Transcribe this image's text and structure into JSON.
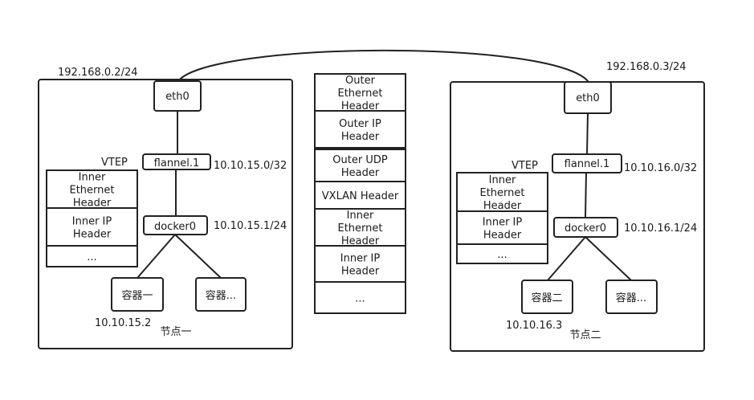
{
  "link_top": "",
  "node1": {
    "ip": "192.168.0.2/24",
    "eth": "eth0",
    "flannel": "flannel.1",
    "flannel_ip": "10.10.15.0/32",
    "vtep": "VTEP",
    "docker": "docker0",
    "docker_ip": "10.10.15.1/24",
    "container1": "容器一",
    "container2": "容器...",
    "container1_ip": "10.10.15.2",
    "label": "节点一",
    "stack": [
      [
        "Inner",
        "Ethernet",
        "Header"
      ],
      [
        "Inner IP",
        "Header"
      ],
      [
        "..."
      ]
    ]
  },
  "node2": {
    "ip": "192.168.0.3/24",
    "eth": "eth0",
    "flannel": "flannel.1",
    "flannel_ip": "10.10.16.0/32",
    "vtep": "VTEP",
    "docker": "docker0",
    "docker_ip": "10.10.16.1/24",
    "container1": "容器二",
    "container2": "容器...",
    "container1_ip": "10.10.16.3",
    "label": "节点二",
    "stack": [
      [
        "Inner",
        "Ethernet",
        "Header"
      ],
      [
        "Inner IP",
        "Header"
      ],
      [
        "..."
      ]
    ]
  },
  "packet": [
    [
      "Outer",
      "Ethernet",
      "Header"
    ],
    [
      "Outer IP",
      "Header"
    ],
    [
      "Outer UDP",
      "Header"
    ],
    [
      "VXLAN Header"
    ],
    [
      "Inner",
      "Ethernet",
      "Header"
    ],
    [
      "Inner IP",
      "Header"
    ],
    [
      "..."
    ]
  ]
}
